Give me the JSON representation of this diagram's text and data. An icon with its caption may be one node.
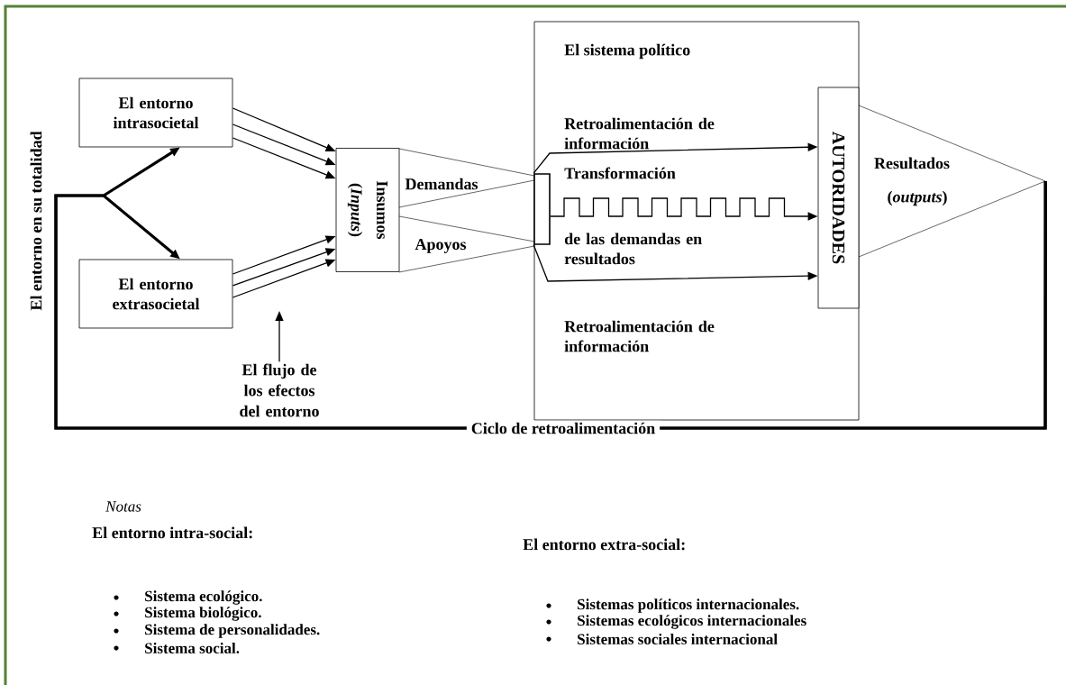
{
  "diagram": {
    "nodes": [
      {
        "text": [
          "El entorno intrasocietal"
        ]
      },
      {
        "text": [
          "El entorno extrasocietal"
        ]
      },
      {
        "text": [
          "Insumos",
          "(*Inputs*)"
        ]
      },
      {
        "text": [
          "El sistema político"
        ]
      },
      {
        "text": [
          "Demandas"
        ]
      },
      {
        "text": [
          "Apoyos"
        ]
      },
      {
        "text": [],
        "shape": "box",
        "in": 3
      },
      {
        "text": [
          "AUTORIDADES"
        ],
        "in": 3
      },
      {
        "text": [
          "Resultados",
          "(*outputs*)"
        ]
      },
      {
        "text": [
          "El flujo de los efectos del entorno"
        ]
      }
    ],
    "edges": [
      {
        "from": 0,
        "to": 2,
        "arrow": "to"
      },
      {
        "from": 0,
        "to": 2,
        "arrow": "to"
      },
      {
        "from": 0,
        "to": 2,
        "arrow": "to"
      },
      {
        "from": 1,
        "to": 2,
        "arrow": "to"
      },
      {
        "from": 1,
        "to": 2,
        "arrow": "to"
      },
      {
        "from": 1,
        "to": 2,
        "arrow": "to"
      },
      {
        "from": 8,
        "to": 0,
        "arrow": "to",
        "style": "thick",
        "label": "Ciclo de retroalimentación"
      },
      {
        "from": 8,
        "to": 1,
        "arrow": "to",
        "style": "thick"
      },
      {
        "from": 6,
        "to": 7,
        "arrow": "to",
        "label": "Retroalimentación de información"
      },
      {
        "from": 6,
        "to": 7,
        "arrow": "to"
      },
      {
        "from": 6,
        "to": 7,
        "arrow": "to",
        "label": "Retroalimentación de información"
      },
      {
        "from": 9,
        "to": null,
        "arrow": "to"
      }
    ],
    "labels": [
      "El entorno en su totalidad",
      "Transformación",
      "de las demandas en resultados",
      "Notas",
      "El entorno intra-social:",
      "El entorno extra-social:",
      "Sistema ecológico.",
      "Sistema biológico.",
      "Sistema de personalidades.",
      "Sistema social.",
      "Sistemas políticos internacionales.",
      "Sistemas ecológicos internacionales",
      "Sistemas sociales internacional"
    ]
  }
}
